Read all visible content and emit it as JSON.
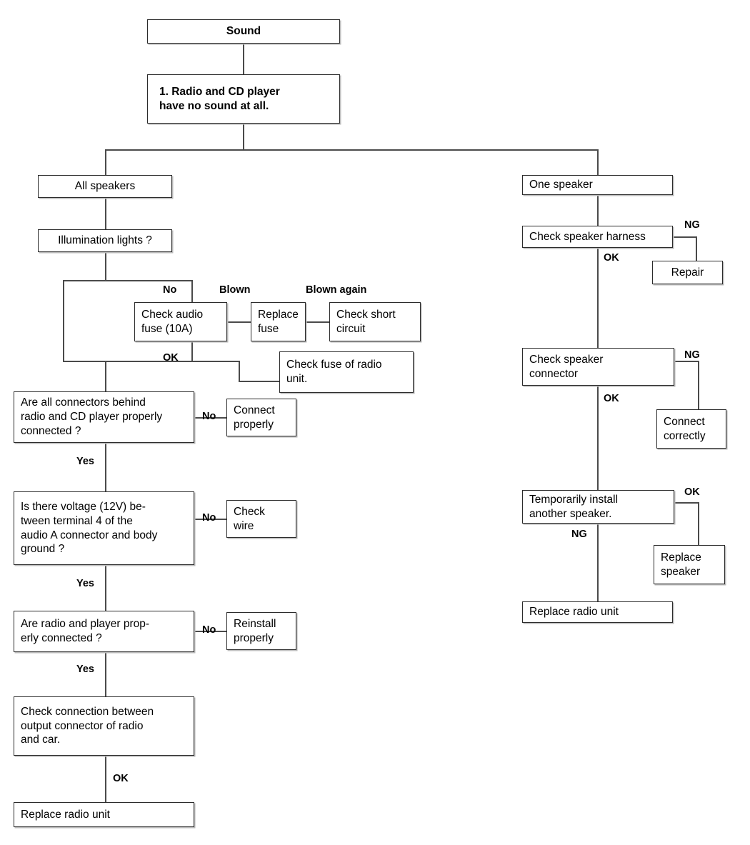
{
  "diagram": {
    "title": "Sound troubleshooting flowchart",
    "type": "flowchart",
    "colors": {
      "background": "#ffffff",
      "box_border": "#2b2b2b",
      "box_fill": "#ffffff",
      "line": "#4a4a4a",
      "text": "#000000",
      "shadow": "#b9b9b9"
    }
  },
  "nodes": {
    "sound": "Sound",
    "symptom": "1. Radio and CD player\nhave no sound at all.",
    "all_speakers": "All speakers",
    "one_speaker": "One speaker",
    "illumination": "Illumination lights ?",
    "check_audio_fuse": "Check audio\nfuse (10A)",
    "replace_fuse": "Replace\nfuse",
    "check_short_circuit": "Check short\ncircuit",
    "check_fuse_radio": "Check fuse of radio\nunit.",
    "connectors_question": "Are all connectors behind\nradio and CD player properly\nconnected ?",
    "connect_properly": "Connect\nproperly",
    "voltage_question": "Is there voltage (12V) be-\ntween terminal 4 of the\naudio A connector and body\nground ?",
    "check_wire": "Check\nwire",
    "radio_player_question": "Are radio and player prop-\nerly connected ?",
    "reinstall_properly": "Reinstall\nproperly",
    "check_connection_output": "Check connection between\noutput connector of radio\nand car.",
    "replace_radio_unit_left": "Replace radio unit",
    "check_speaker_harness": "Check speaker harness",
    "repair": "Repair",
    "check_speaker_connector": "Check speaker\nconnector",
    "connect_correctly": "Connect\ncorrectly",
    "temporarily_install": "Temporarily install\nanother speaker.",
    "replace_speaker": "Replace\nspeaker",
    "replace_radio_unit_right": "Replace radio unit"
  },
  "edge_labels": {
    "no_fuse": "No",
    "blown": "Blown",
    "blown_again": "Blown again",
    "ok_fuse": "OK",
    "no_connectors": "No",
    "yes_connectors": "Yes",
    "no_voltage": "No",
    "yes_voltage": "Yes",
    "no_radio_player": "No",
    "yes_radio_player": "Yes",
    "ok_output": "OK",
    "ng_harness": "NG",
    "ok_harness": "OK",
    "ng_connector": "NG",
    "ok_connector": "OK",
    "ok_temporary": "OK",
    "ng_temporary": "NG"
  }
}
